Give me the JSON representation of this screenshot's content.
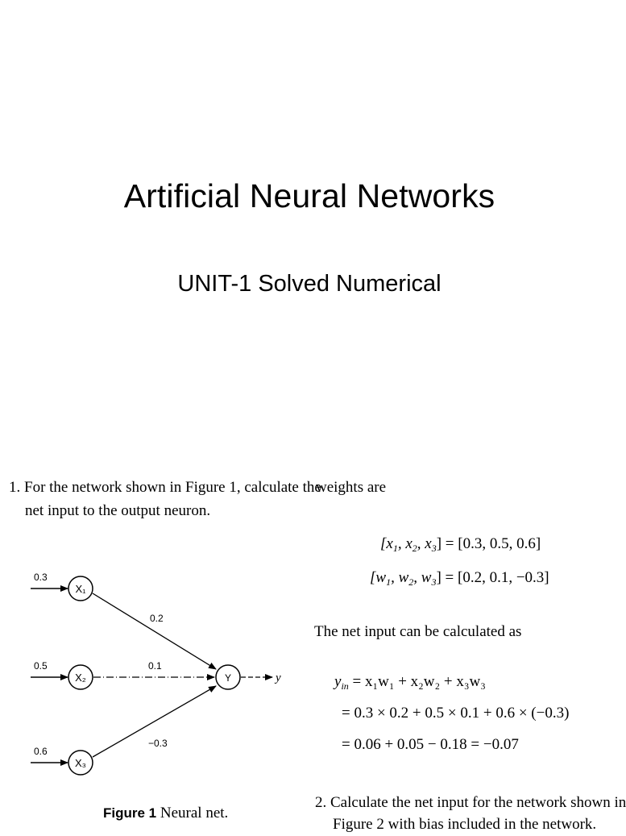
{
  "title": "Artificial Neural Networks",
  "subtitle": "UNIT-1 Solved Numerical",
  "question1": {
    "line1": "1. For the network shown in Figure 1, calculate the",
    "line2": "net input to the output neuron."
  },
  "weights_intro": "weights are",
  "equations": {
    "x_lhs": "[x",
    "x_rhs": "] = [0.3, 0.5, 0.6]",
    "w_lhs": "[w",
    "w_rhs": "] = [0.2, 0.1, −0.3]",
    "net_intro": "The net input can be calculated as",
    "y_line1_rhs": "= x₁w₁ + x₂w₂ + x₃w₃",
    "y_line2": "= 0.3 × 0.2 + 0.5 × 0.1 + 0.6 × (−0.3)",
    "y_line3": "= 0.06 + 0.05 − 0.18 = −0.07"
  },
  "question2": {
    "line1": "2. Calculate the net input for the network shown in",
    "line2": "Figure 2 with bias included in the network."
  },
  "figure": {
    "inputs": [
      "0.3",
      "0.5",
      "0.6"
    ],
    "nodes": [
      "X₁",
      "X₂",
      "X₃"
    ],
    "weights": [
      "0.2",
      "0.1",
      "−0.3"
    ],
    "output_node": "Y",
    "output_label": "y",
    "caption_label": "Figure 1",
    "caption_text": "Neural net."
  }
}
